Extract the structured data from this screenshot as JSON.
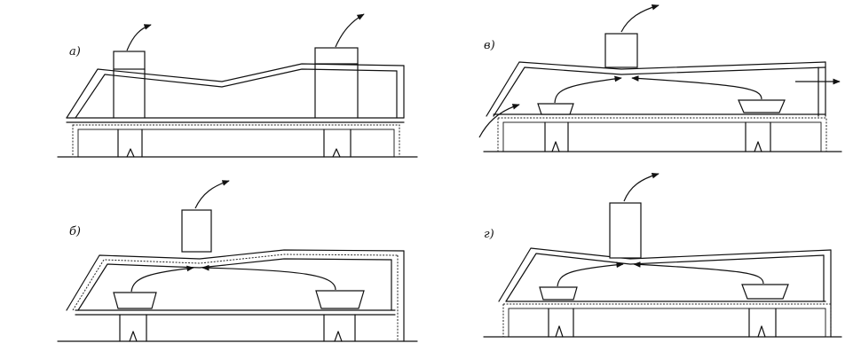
{
  "panels": [
    {
      "id": "a",
      "label": "а)"
    },
    {
      "id": "v",
      "label": "в)"
    },
    {
      "id": "b",
      "label": "б)"
    },
    {
      "id": "g",
      "label": "г)"
    }
  ]
}
